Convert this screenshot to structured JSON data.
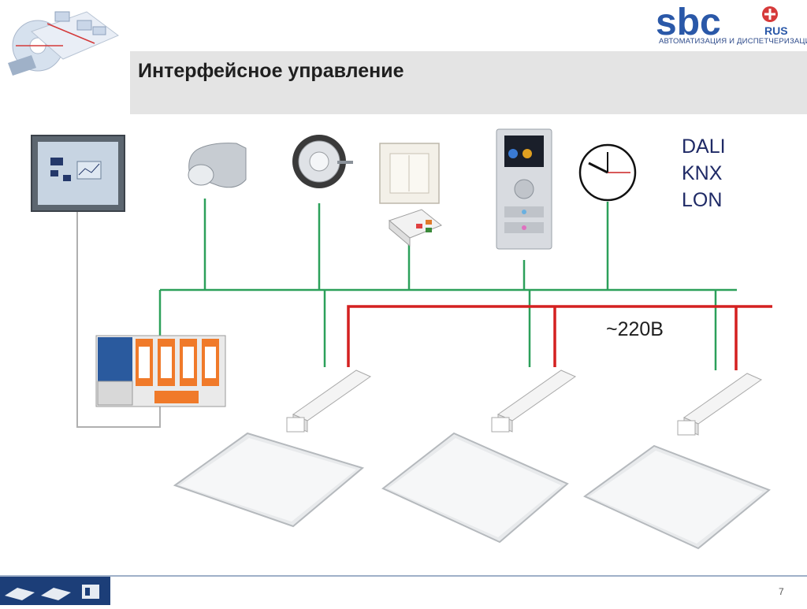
{
  "header": {
    "title": "Интерфейсное управление",
    "logo_text": "sbc",
    "logo_sub": "RUS",
    "logo_tagline": "АВТОМАТИЗАЦИЯ И ДИСПЕТЧЕРИЗАЦИЯ"
  },
  "protocols": [
    "DALI",
    "KNX",
    "LON"
  ],
  "power_label": "~220В",
  "colors": {
    "bus_line": "#2ca05a",
    "power_line": "#d42020",
    "hmi_line": "#b0b0b0",
    "accent_blue": "#1f2a66",
    "logo_blue": "#2a58a8",
    "logo_red": "#d63a3a",
    "footer_blue": "#1c3e78"
  },
  "devices": [
    "touch-panel-icon",
    "motion-sensor-icon",
    "ceiling-sensor-icon",
    "wall-switch-icon",
    "switch-module-icon",
    "room-controller-icon",
    "clock-icon",
    "plc-controller-icon",
    "ballast-icon",
    "led-panel-icon"
  ],
  "footer": {
    "page_number": "7"
  }
}
